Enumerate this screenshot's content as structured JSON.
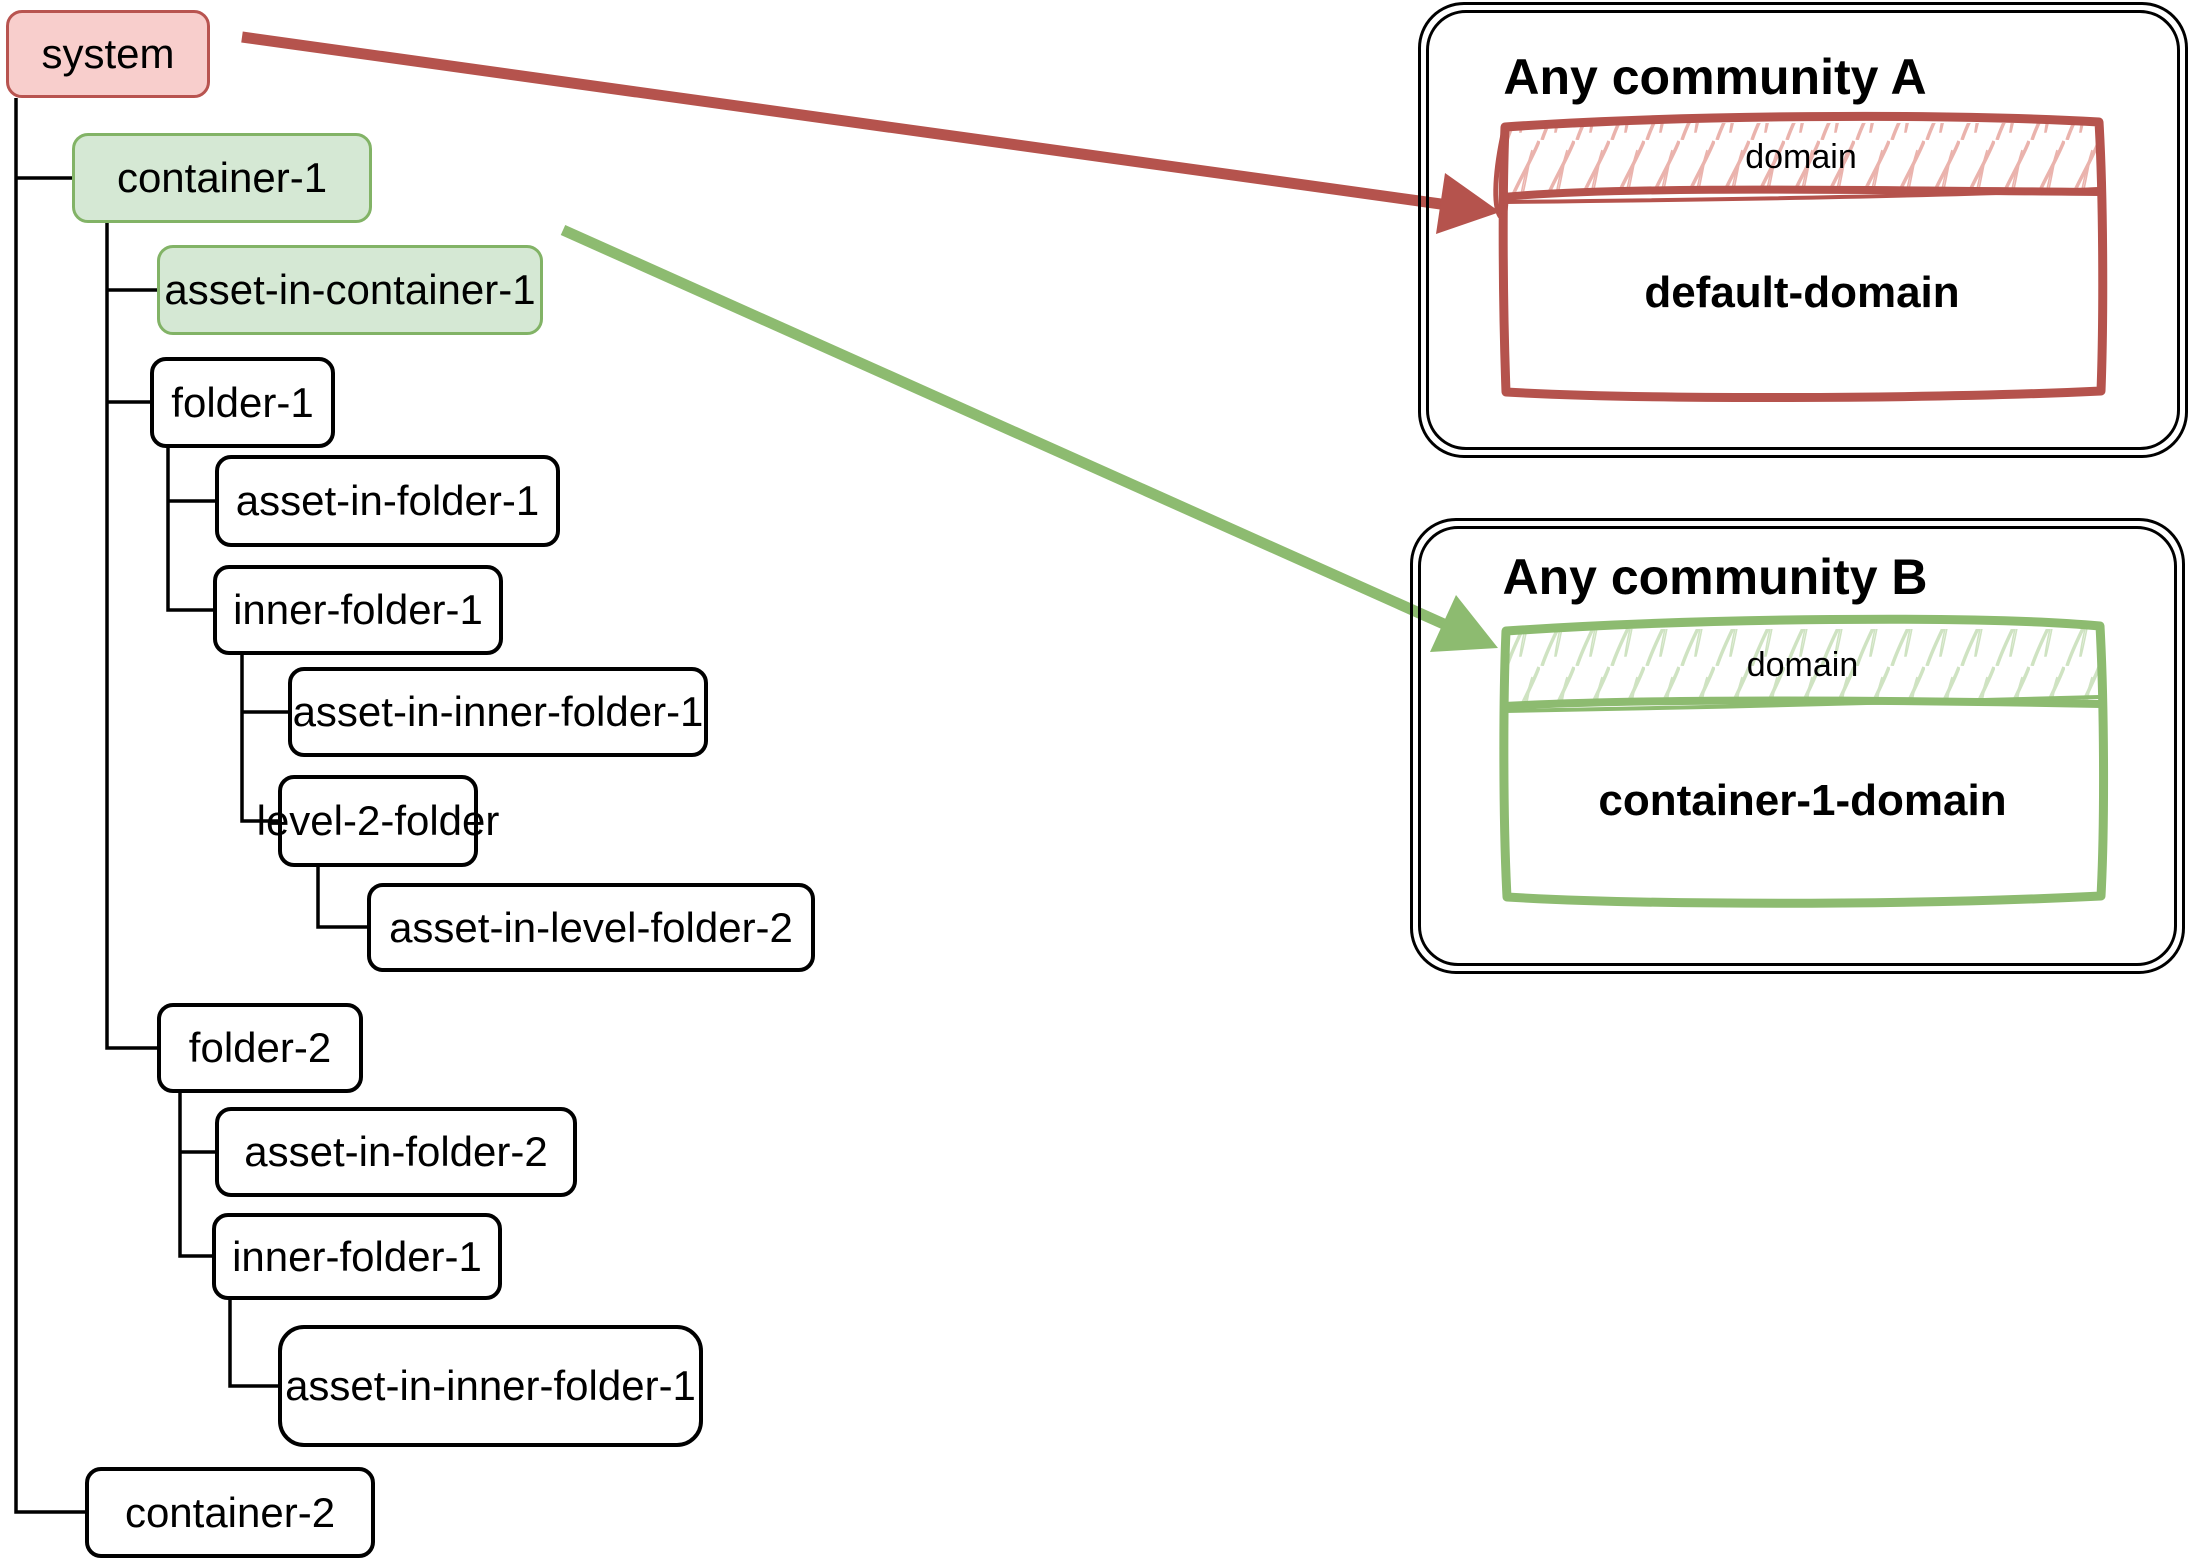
{
  "tree": {
    "nodes": [
      {
        "id": "system",
        "label": "system",
        "style": "red"
      },
      {
        "id": "container-1",
        "label": "container-1",
        "style": "green"
      },
      {
        "id": "asset-in-container-1",
        "label": "asset-in-container-1",
        "style": "green"
      },
      {
        "id": "folder-1",
        "label": "folder-1",
        "style": "plain"
      },
      {
        "id": "asset-in-folder-1",
        "label": "asset-in-folder-1",
        "style": "plain"
      },
      {
        "id": "inner-folder-1",
        "label": "inner-folder-1",
        "style": "plain"
      },
      {
        "id": "asset-in-inner-folder-1",
        "label": "asset-in-inner-folder-1",
        "style": "plain"
      },
      {
        "id": "level-2-folder",
        "label": "level-2-folder",
        "style": "plain"
      },
      {
        "id": "asset-in-level-folder-2",
        "label": "asset-in-level-folder-2",
        "style": "plain"
      },
      {
        "id": "folder-2",
        "label": "folder-2",
        "style": "plain"
      },
      {
        "id": "asset-in-folder-2",
        "label": "asset-in-folder-2",
        "style": "plain"
      },
      {
        "id": "inner-folder-1-b",
        "label": "inner-folder-1",
        "style": "plain"
      },
      {
        "id": "asset-in-inner-folder-1-b",
        "label": "asset-in-inner-folder-1",
        "style": "plain"
      },
      {
        "id": "container-2",
        "label": "container-2",
        "style": "plain"
      }
    ]
  },
  "communities": [
    {
      "id": "community-a",
      "title": "Any community A",
      "accent": "red",
      "domain_band_label": "domain",
      "domain_name": "default-domain"
    },
    {
      "id": "community-b",
      "title": "Any community B",
      "accent": "green",
      "domain_band_label": "domain",
      "domain_name": "container-1-domain"
    }
  ],
  "arrows": [
    {
      "from": "system",
      "to": "default-domain",
      "color": "red"
    },
    {
      "from": "container-1",
      "to": "container-1-domain",
      "color": "green"
    }
  ],
  "colors": {
    "red_accent": "#b5534d",
    "red_fill": "#f8cecc",
    "red_border": "#b85450",
    "red_hatch": "#eab3ad",
    "green_accent": "#8dbb70",
    "green_fill": "#d5e8d4",
    "green_border": "#82b366",
    "green_hatch": "#cfe3c2",
    "line_black": "#000000"
  }
}
